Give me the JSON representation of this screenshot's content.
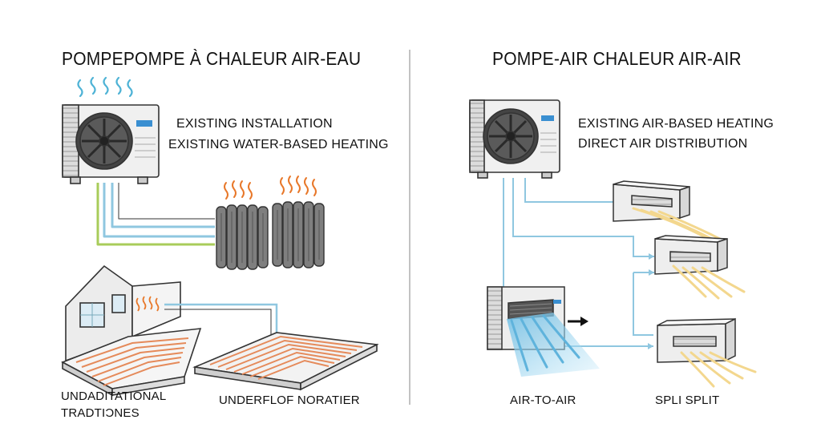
{
  "left": {
    "title": "POMPEPOMPE À CHALEUR AIR-EAU",
    "label_line1": "EXISTING INSTALLATION",
    "label_line2": "EXISTING WATER-BASED HEATING",
    "caption_left_line1": "UNDADITATIONAL",
    "caption_left_line2": "TRADTIƆNES",
    "caption_right": "UNDERFLOF NORATIER"
  },
  "right": {
    "title": "POMPE-AIR CHALEUR AIR-AIR",
    "label_line1": "EXISTING AIR-BASED HEATING",
    "label_line2": "DIRECT AIR DISTRIBUTION",
    "caption_left": "AIR-TO-AIR",
    "caption_right": "SPLI SPLIT"
  },
  "colors": {
    "pipe_blue": "#8fc7e0",
    "pipe_green": "#a8cc5a",
    "heat_orange": "#e8782a",
    "heat_coil": "#e58a5a",
    "outline": "#333333",
    "unit_body": "#eeeeee",
    "airflow": "#f3d78e",
    "cold_air": "#9dd3ee",
    "divider": "#9a9a9a"
  }
}
